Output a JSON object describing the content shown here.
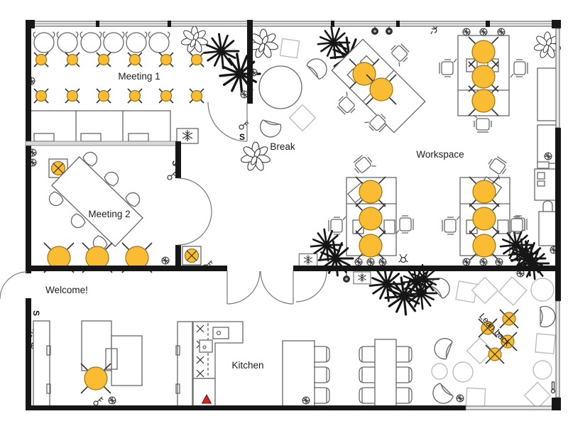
{
  "rooms": {
    "meeting1": {
      "label": "Meeting 1"
    },
    "meeting2": {
      "label": "Meeting 2"
    },
    "break": {
      "label": "Break"
    },
    "workspace": {
      "label": "Workspace"
    },
    "welcome": {
      "label": "Welcome!"
    },
    "kitchen": {
      "label": "Kitchen"
    },
    "leanback": {
      "label": "Lean back"
    }
  },
  "wall_labels": {
    "switch": "S"
  },
  "icons": {
    "snowflake-ac": "snowflake glyph in box",
    "fire-extinguisher": "red triangle",
    "light-switch": "letter S on wall",
    "ceiling-lamp": "hatched circle",
    "pendant-lamp": "filled circle with stem"
  },
  "colors": {
    "seat_yellow": "#F9BC33",
    "seat_yellow_stroke": "#97751B",
    "wall_black": "#161616",
    "window_fill": "#E9E9E9",
    "alert_red": "#C9291D"
  }
}
